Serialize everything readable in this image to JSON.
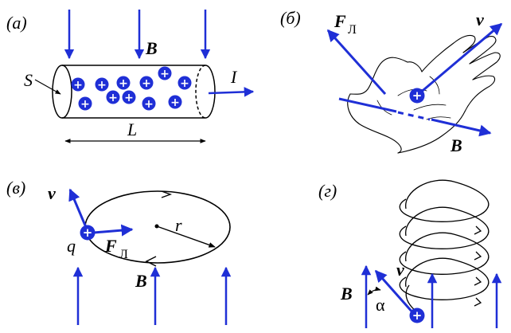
{
  "colors": {
    "vector": "#1f2fd6",
    "charge_fill": "#1f2fd6",
    "charge_sign": "#ffffff",
    "line": "#000000"
  },
  "panels": {
    "a": {
      "label": "(a)",
      "labels": {
        "B": "B",
        "S": "S",
        "I": "I",
        "L": "L"
      },
      "charge_sign": "+"
    },
    "b": {
      "label": "(б)",
      "labels": {
        "F": "F",
        "F_sub": "Л",
        "v": "v",
        "B": "B"
      },
      "charge_sign": "+"
    },
    "c": {
      "label": "(в)",
      "labels": {
        "v": "v",
        "q": "q",
        "r": "r",
        "F": "F",
        "F_sub": "Л",
        "B": "B"
      },
      "charge_sign": "+"
    },
    "d": {
      "label": "(г)",
      "labels": {
        "v": "v",
        "B": "B",
        "alpha": "α"
      },
      "charge_sign": "+"
    }
  }
}
